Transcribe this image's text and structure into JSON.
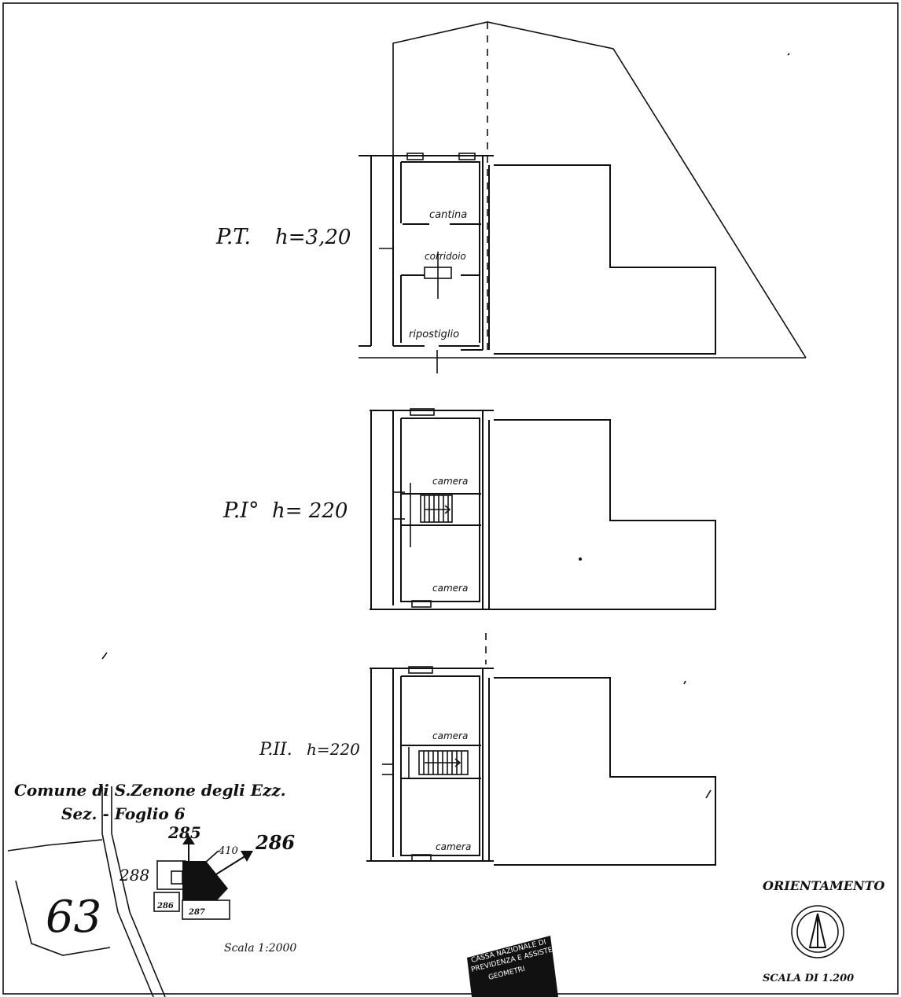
{
  "floors": [
    {
      "level": "P.T.",
      "height": "h=3,20",
      "rooms": [
        "cantina",
        "corridoio",
        "ripostiglio"
      ]
    },
    {
      "level": "P.I°",
      "height": "h= 220",
      "rooms": [
        "camera",
        "camera"
      ]
    },
    {
      "level": "P.II.",
      "height": "h=220",
      "rooms": [
        "camera",
        "camera"
      ]
    }
  ],
  "cadastral": {
    "comune": "Comune di S.Zenone degli Ezz.",
    "sezione": "Sez. - Foglio 6",
    "parcels": [
      "285",
      "410",
      "286",
      "286",
      "287",
      "288"
    ],
    "scale": "Scala 1:2000",
    "margin_mark": "63"
  },
  "orientation": {
    "title": "ORIENTAMENTO",
    "scale": "SCALA DI 1.200"
  },
  "stamp": {
    "lines": [
      "CASSA NAZIONALE DI",
      "PREVIDENZA E ASSISTENZA",
      "GEOMETRI"
    ]
  }
}
